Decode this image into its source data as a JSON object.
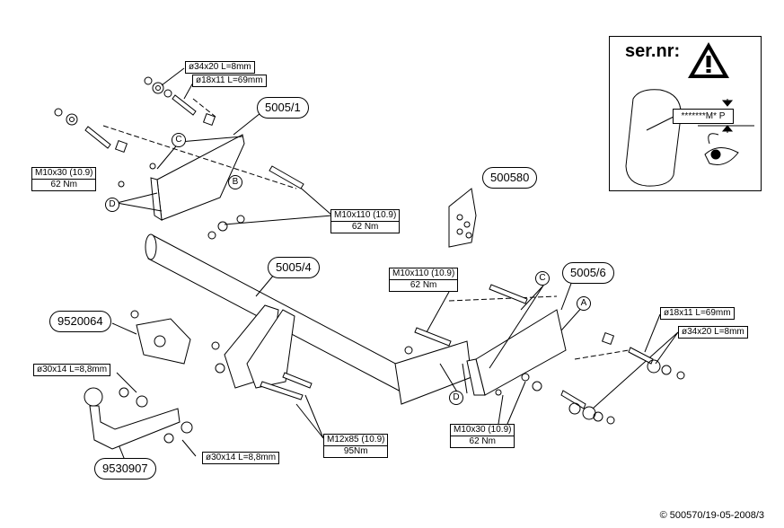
{
  "labels": {
    "top_spec_1": "ø34x20 L=8mm",
    "top_spec_2": "ø18x11 L=69mm",
    "part_5005_1": "5005/1",
    "bolt_m10x30_left_line1": "M10x30 (10.9)",
    "bolt_m10x30_left_line2": "62 Nm",
    "bolt_m10x110_top_line1": "M10x110 (10.9)",
    "bolt_m10x110_top_line2": "62 Nm",
    "part_500580": "500580",
    "part_5005_4": "5005/4",
    "bolt_m10x110_right_line1": "M10x110 (10.9)",
    "bolt_m10x110_right_line2": "62 Nm",
    "part_5005_6": "5005/6",
    "part_9520064": "9520064",
    "washer_left_spec": "ø30x14 L=8,8mm",
    "washer_bottom_spec": "ø30x14 L=8,8mm",
    "part_9530907": "9530907",
    "bolt_m12x85_line1": "M12x85 (10.9)",
    "bolt_m12x85_line2": "95Nm",
    "bolt_m10x30_right_line1": "M10x30 (10.9)",
    "bolt_m10x30_right_line2": "62 Nm",
    "right_spec_1": "ø18x11 L=69mm",
    "right_spec_2": "ø34x20 L=8mm",
    "marker_a": "A",
    "marker_b": "B",
    "marker_c": "C",
    "marker_d": "D"
  },
  "serial_panel": {
    "title": "ser.nr:",
    "plate_text": "*******M* P",
    "warning_icon": "warning-triangle-icon",
    "eye_icon": "eye-icon"
  },
  "footer": {
    "copyright": "© 500570/19-05-2008/3"
  }
}
